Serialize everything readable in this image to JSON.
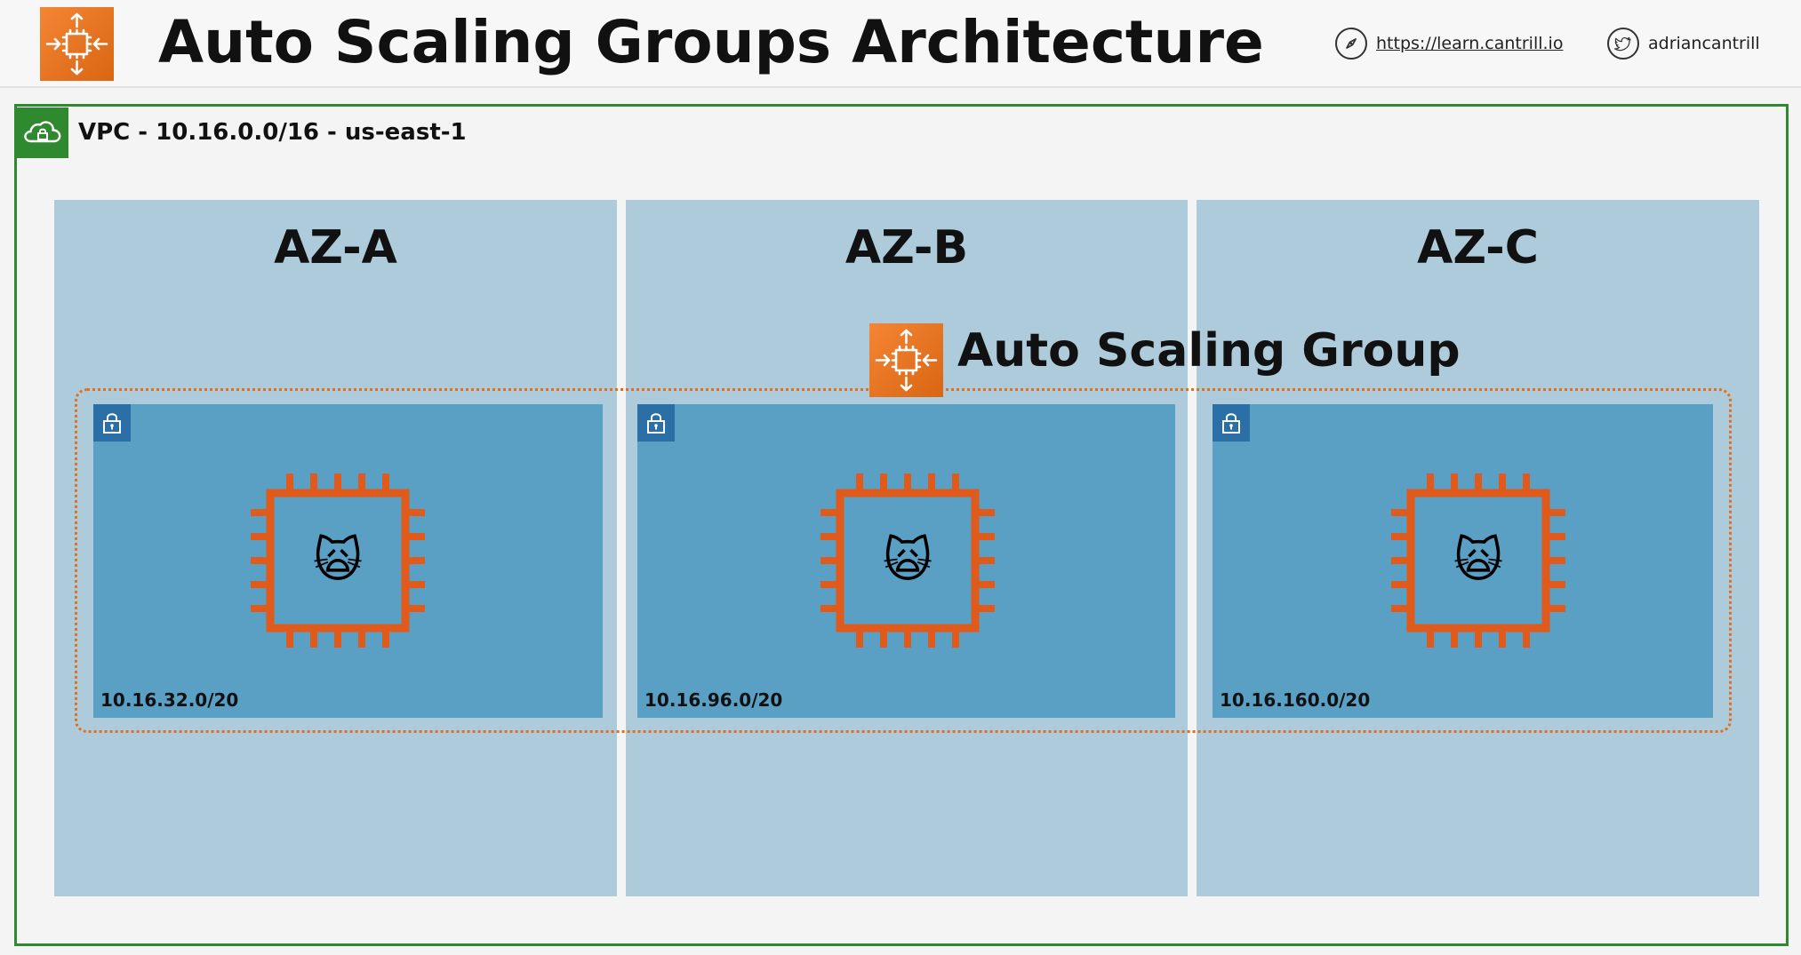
{
  "header": {
    "title": "Auto Scaling Groups Architecture",
    "website": "https://learn.cantrill.io",
    "twitter": "adriancantrill"
  },
  "vpc": {
    "label": "VPC - 10.16.0.0/16 - us-east-1",
    "border_color": "#2f8a2f"
  },
  "asg": {
    "label": "Auto Scaling Group",
    "accent_color": "#e07020"
  },
  "azs": [
    {
      "label": "AZ-A",
      "subnet_cidr": "10.16.32.0/20",
      "instance_icon": "ec2-instance-chip-icon",
      "app_glyph": "🙀"
    },
    {
      "label": "AZ-B",
      "subnet_cidr": "10.16.96.0/20",
      "instance_icon": "ec2-instance-chip-icon",
      "app_glyph": "🙀"
    },
    {
      "label": "AZ-C",
      "subnet_cidr": "10.16.160.0/20",
      "instance_icon": "ec2-instance-chip-icon",
      "app_glyph": "🙀"
    }
  ],
  "colors": {
    "az_background": "#aecbdc",
    "subnet_background": "#5a9fc4",
    "chip": "#e05a1c"
  }
}
